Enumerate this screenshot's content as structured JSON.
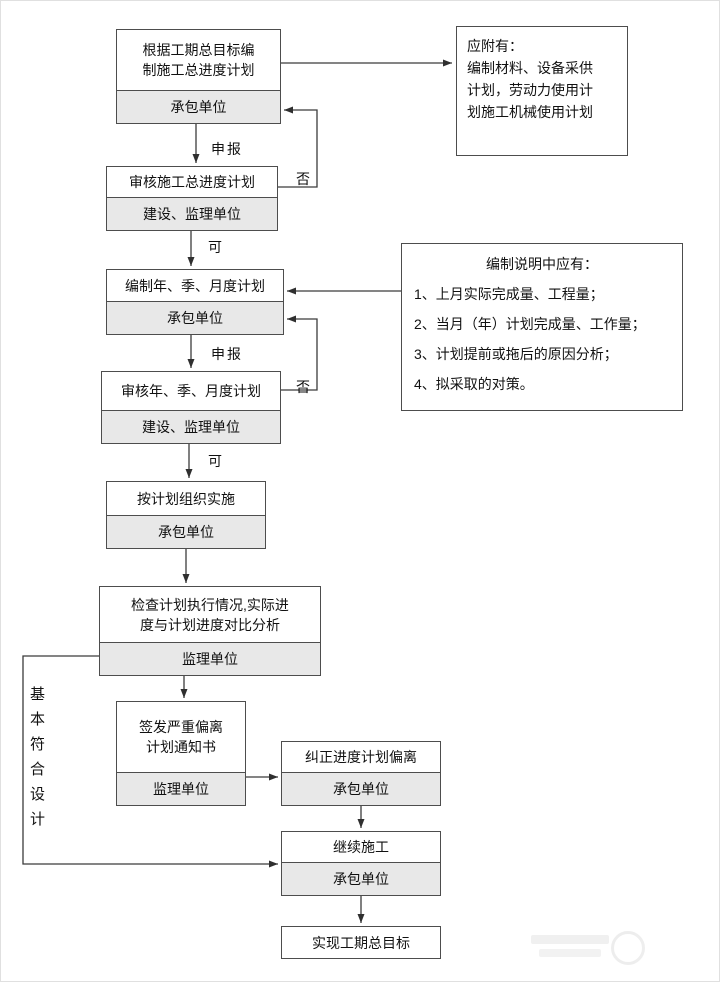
{
  "labels": {
    "declare": "申报",
    "no": "否",
    "yes": "可",
    "basically_conform": "基本符合设计"
  },
  "boxes": {
    "plan_total": {
      "title": "根据工期总目标编\n制施工总进度计划",
      "unit": "承包单位"
    },
    "review_total": {
      "title": "审核施工总进度计划",
      "unit": "建设、监理单位"
    },
    "plan_periodic": {
      "title": "编制年、季、月度计划",
      "unit": "承包单位"
    },
    "review_periodic": {
      "title": "审核年、季、月度计划",
      "unit": "建设、监理单位"
    },
    "implement": {
      "title": "按计划组织实施",
      "unit": "承包单位"
    },
    "check": {
      "title": "检查计划执行情况,实际进\n度与计划进度对比分析",
      "unit": "监理单位"
    },
    "issue_notice": {
      "title": "签发严重偏离\n计划通知书",
      "unit": "监理单位"
    },
    "correct_deviation": {
      "title": "纠正进度计划偏离",
      "unit": "承包单位"
    },
    "continue_construction": {
      "title": "继续施工",
      "unit": "承包单位"
    },
    "achieve_goal": {
      "title": "实现工期总目标"
    }
  },
  "notes": {
    "attachments": {
      "text": "应附有：\n编制材料、设备采供\n计划，劳动力使用计\n划施工机械使用计划"
    },
    "explanation": {
      "header": "编制说明中应有：",
      "items": [
        "1、上月实际完成量、工程量；",
        "2、当月（年）计划完成量、工作量；",
        "3、计划提前或拖后的原因分析；",
        "4、拟采取的对策。"
      ]
    }
  },
  "colors": {
    "line": "#3b3b3b",
    "box_border": "#4d4d4d",
    "unit_bg": "#e8e8e8",
    "text": "#111111"
  }
}
